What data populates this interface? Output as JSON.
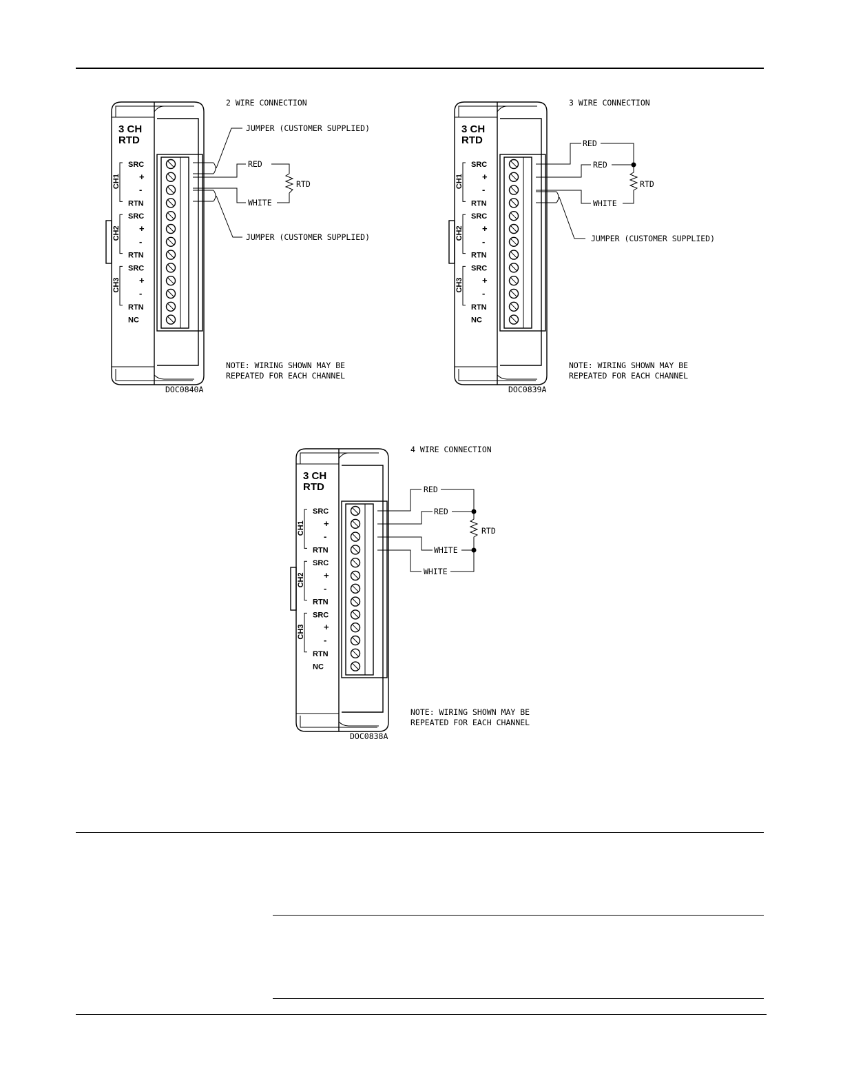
{
  "module": {
    "title_line1": "3 CH",
    "title_line2": "RTD",
    "pins": {
      "src": "SRC",
      "plus": "+",
      "minus": "-",
      "rtn": "RTN",
      "nc": "NC"
    },
    "channels": [
      "CH1",
      "CH2",
      "CH3"
    ]
  },
  "figures": [
    {
      "title": "2 WIRE CONNECTION",
      "jumper_top": "JUMPER (CUSTOMER SUPPLIED)",
      "jumper_bottom": "JUMPER (CUSTOMER SUPPLIED)",
      "wire_red": "RED",
      "wire_white": "WHITE",
      "rtd": "RTD",
      "note_line1": "NOTE: WIRING SHOWN MAY BE",
      "note_line2": "REPEATED FOR EACH CHANNEL",
      "drawing_id": "DOC0840A"
    },
    {
      "title": "3 WIRE CONNECTION",
      "wire_red_outer": "RED",
      "wire_red_inner": "RED",
      "wire_white": "WHITE",
      "rtd": "RTD",
      "jumper": "JUMPER (CUSTOMER SUPPLIED)",
      "note_line1": "NOTE: WIRING SHOWN MAY BE",
      "note_line2": "REPEATED FOR EACH CHANNEL",
      "drawing_id": "DOC0839A"
    },
    {
      "title": "4 WIRE CONNECTION",
      "wire_red_outer": "RED",
      "wire_red_inner": "RED",
      "wire_white_inner": "WHITE",
      "wire_white_outer": "WHITE",
      "rtd": "RTD",
      "note_line1": "NOTE: WIRING SHOWN MAY BE",
      "note_line2": "REPEATED FOR EACH CHANNEL",
      "drawing_id": "DOC0838A"
    }
  ]
}
